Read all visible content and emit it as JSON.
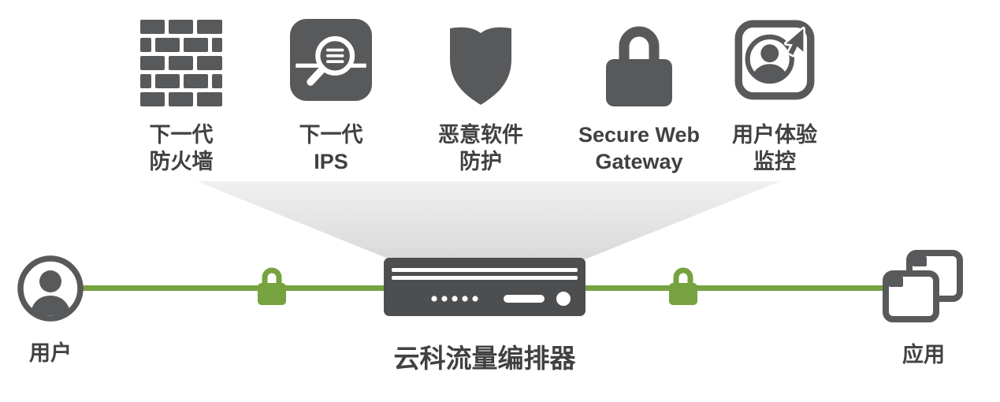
{
  "services": [
    {
      "icon": "brick-wall-firewall-icon",
      "line1": "下一代",
      "line2": "防火墙"
    },
    {
      "icon": "magnifier-ips-icon",
      "line1": "下一代",
      "line2": "IPS"
    },
    {
      "icon": "shield-icon",
      "line1": "恶意软件",
      "line2": "防护"
    },
    {
      "icon": "padlock-icon",
      "line1": "Secure Web",
      "line2": "Gateway"
    },
    {
      "icon": "user-cursor-monitor-icon",
      "line1": "用户体验",
      "line2": "监控"
    }
  ],
  "endpoints": {
    "user_label": "用户",
    "app_label": "应用"
  },
  "orchestrator": {
    "label": "云科流量编排器"
  },
  "colors": {
    "icon_gray": "#58595b",
    "text_gray": "#414042",
    "line_green": "#76a240",
    "funnel_top": "#f0f0f0",
    "funnel_bottom": "#d9d9d9"
  }
}
